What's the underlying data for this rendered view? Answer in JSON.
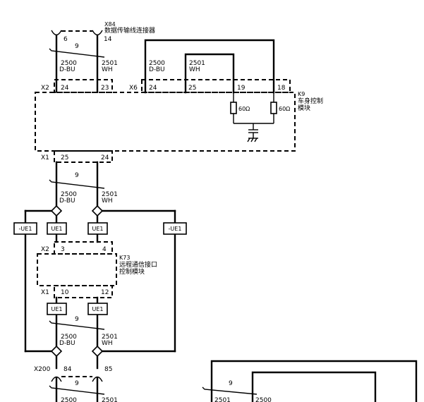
{
  "connectors": {
    "x84": {
      "ref": "X84",
      "name": "数据传输线连接器",
      "pin_left": "6",
      "pin_right": "14"
    },
    "k9": {
      "ref": "K9",
      "name_line1": "车身控制",
      "name_line2": "模块",
      "x2_label": "X2",
      "x2_pin_left": "24",
      "x2_pin_right": "23",
      "x6_label": "X6",
      "x6_pins": [
        "24",
        "25",
        "19",
        "18"
      ],
      "x1_label": "X1",
      "x1_pin_left": "25",
      "x1_pin_right": "24"
    },
    "k73": {
      "ref": "K73",
      "name_line1": "远程通信接口",
      "name_line2": "控制模块",
      "x2_label": "X2",
      "x2_pin_left": "3",
      "x2_pin_right": "4",
      "x1_label": "X1",
      "x1_pin_left": "10",
      "x1_pin_right": "12"
    },
    "x200": {
      "ref": "X200",
      "pin_left": "84",
      "pin_right": "85"
    }
  },
  "resistors": {
    "left": "60Ω",
    "right": "60Ω"
  },
  "twist_label": "9",
  "wires": {
    "circuit_a": "2500",
    "color_a": "D-BU",
    "circuit_b": "2501",
    "color_b": "WH"
  },
  "options": {
    "inverse": "-UE1",
    "normal": "UE1"
  }
}
